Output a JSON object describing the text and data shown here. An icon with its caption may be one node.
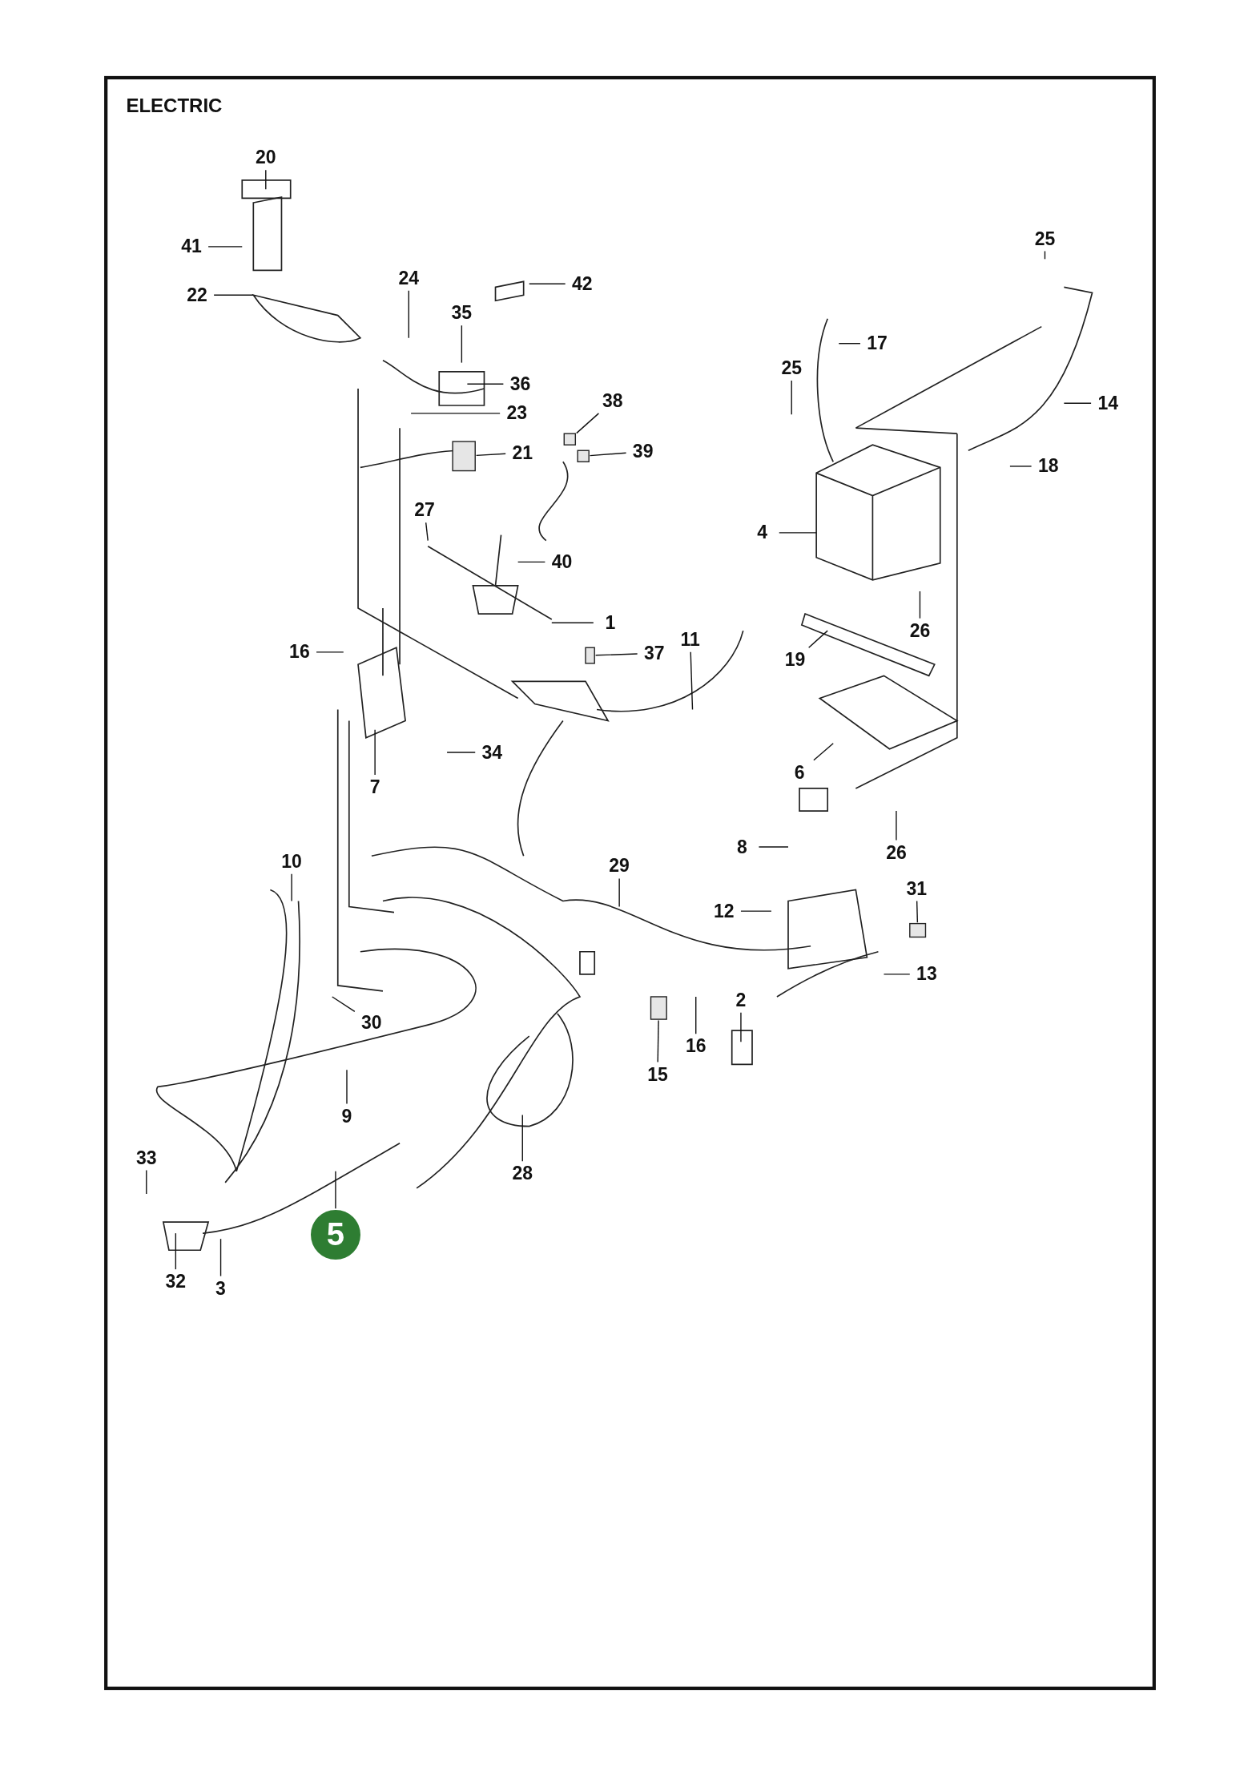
{
  "diagram": {
    "title": "ELECTRIC",
    "nodes": [
      {
        "text": [
          "20"
        ]
      },
      {
        "text": [
          "41"
        ]
      },
      {
        "text": [
          "25"
        ]
      },
      {
        "text": [
          "22"
        ]
      },
      {
        "text": [
          "24"
        ]
      },
      {
        "text": [
          "42"
        ]
      },
      {
        "text": [
          "35"
        ]
      },
      {
        "text": [
          "17"
        ]
      },
      {
        "text": [
          "25"
        ]
      },
      {
        "text": [
          "36"
        ]
      },
      {
        "text": [
          "14"
        ]
      },
      {
        "text": [
          "38"
        ]
      },
      {
        "text": [
          "23"
        ]
      },
      {
        "text": [
          "21"
        ]
      },
      {
        "text": [
          "39"
        ]
      },
      {
        "text": [
          "18"
        ]
      },
      {
        "text": [
          "27"
        ]
      },
      {
        "text": [
          "4"
        ]
      },
      {
        "text": [
          "40"
        ]
      },
      {
        "text": [
          "1"
        ]
      },
      {
        "text": [
          "26"
        ]
      },
      {
        "text": [
          "11"
        ]
      },
      {
        "text": [
          "37"
        ]
      },
      {
        "text": [
          "16"
        ]
      },
      {
        "text": [
          "19"
        ]
      },
      {
        "text": [
          "34"
        ]
      },
      {
        "text": [
          "7"
        ]
      },
      {
        "text": [
          "6"
        ]
      },
      {
        "text": [
          "8"
        ]
      },
      {
        "text": [
          "26"
        ]
      },
      {
        "text": [
          "10"
        ]
      },
      {
        "text": [
          "29"
        ]
      },
      {
        "text": [
          "31"
        ]
      },
      {
        "text": [
          "12"
        ]
      },
      {
        "text": [
          "13"
        ]
      },
      {
        "text": [
          "2"
        ]
      },
      {
        "text": [
          "30"
        ]
      },
      {
        "text": [
          "16"
        ]
      },
      {
        "text": [
          "15"
        ]
      },
      {
        "text": [
          "9"
        ]
      },
      {
        "text": [
          "33"
        ]
      },
      {
        "text": [
          "28"
        ]
      },
      {
        "text": [
          "5"
        ]
      },
      {
        "text": [
          "32"
        ]
      },
      {
        "text": [
          "3"
        ]
      },
      {
        "text": [],
        "shape": "box"
      },
      {
        "text": [],
        "shape": "box"
      },
      {
        "text": [],
        "shape": "box"
      },
      {
        "text": [],
        "shape": "box"
      },
      {
        "text": [],
        "shape": "box"
      },
      {
        "text": [],
        "shape": "box"
      }
    ],
    "edges": [
      {
        "from": 0,
        "to": null,
        "arrow": "none"
      },
      {
        "from": 1,
        "to": null,
        "arrow": "none"
      },
      {
        "from": 2,
        "to": null,
        "arrow": "none"
      },
      {
        "from": 3,
        "to": null,
        "arrow": "none"
      },
      {
        "from": 4,
        "to": null,
        "arrow": "none"
      },
      {
        "from": 5,
        "to": null,
        "arrow": "none"
      },
      {
        "from": 6,
        "to": null,
        "arrow": "none"
      },
      {
        "from": 7,
        "to": null,
        "arrow": "none"
      },
      {
        "from": 8,
        "to": null,
        "arrow": "none"
      },
      {
        "from": 9,
        "to": null,
        "arrow": "none"
      },
      {
        "from": 10,
        "to": null,
        "arrow": "none"
      },
      {
        "from": 11,
        "to": 45,
        "arrow": "none"
      },
      {
        "from": 12,
        "to": null,
        "arrow": "none"
      },
      {
        "from": 13,
        "to": 47,
        "arrow": "none"
      },
      {
        "from": 14,
        "to": 46,
        "arrow": "none"
      },
      {
        "from": 15,
        "to": null,
        "arrow": "none"
      },
      {
        "from": 16,
        "to": null,
        "arrow": "none"
      },
      {
        "from": 17,
        "to": null,
        "arrow": "none"
      },
      {
        "from": 18,
        "to": null,
        "arrow": "none"
      },
      {
        "from": 19,
        "to": null,
        "arrow": "none"
      },
      {
        "from": 20,
        "to": null,
        "arrow": "none"
      },
      {
        "from": 21,
        "to": null,
        "arrow": "none"
      },
      {
        "from": 22,
        "to": 48,
        "arrow": "none"
      },
      {
        "from": 23,
        "to": null,
        "arrow": "none"
      },
      {
        "from": 24,
        "to": null,
        "arrow": "none"
      },
      {
        "from": 25,
        "to": null,
        "arrow": "none"
      },
      {
        "from": 26,
        "to": null,
        "arrow": "none"
      },
      {
        "from": 27,
        "to": null,
        "arrow": "none"
      },
      {
        "from": 28,
        "to": null,
        "arrow": "none"
      },
      {
        "from": 29,
        "to": null,
        "arrow": "none"
      },
      {
        "from": 30,
        "to": null,
        "arrow": "none"
      },
      {
        "from": 31,
        "to": null,
        "arrow": "none"
      },
      {
        "from": 32,
        "to": 49,
        "arrow": "none"
      },
      {
        "from": 33,
        "to": null,
        "arrow": "none"
      },
      {
        "from": 34,
        "to": null,
        "arrow": "none"
      },
      {
        "from": 35,
        "to": null,
        "arrow": "none"
      },
      {
        "from": 36,
        "to": null,
        "arrow": "none"
      },
      {
        "from": 37,
        "to": null,
        "arrow": "none"
      },
      {
        "from": 38,
        "to": 50,
        "arrow": "none"
      },
      {
        "from": 39,
        "to": null,
        "arrow": "none"
      },
      {
        "from": 40,
        "to": null,
        "arrow": "none"
      },
      {
        "from": 41,
        "to": null,
        "arrow": "none"
      },
      {
        "from": 42,
        "to": null,
        "arrow": "none"
      },
      {
        "from": 43,
        "to": null,
        "arrow": "none"
      },
      {
        "from": 44,
        "to": null,
        "arrow": "none"
      }
    ]
  }
}
